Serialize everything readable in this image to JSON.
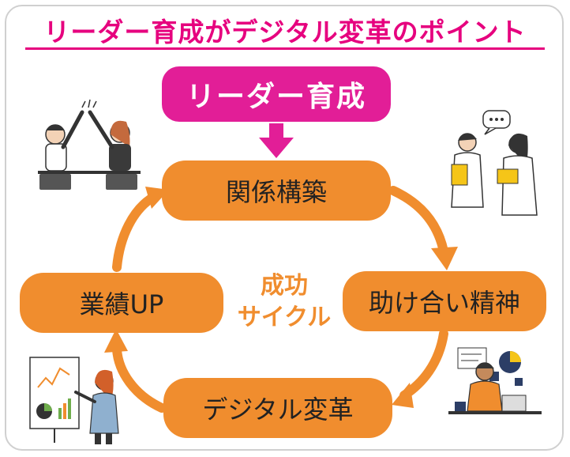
{
  "title": "リーダー育成がデジタル変革のポイント",
  "leader_box": "リーダー育成",
  "cycle": {
    "step1": "関係構築",
    "step2": "助け合い精神",
    "step3": "デジタル変革",
    "step4": "業績UP"
  },
  "center_label": {
    "line1": "成功",
    "line2": "サイクル"
  },
  "colors": {
    "title": "#e6007e",
    "leader_box": "#e21e97",
    "cycle_box": "#f08d2e",
    "arrow_top": "#e21e97",
    "arrow_cycle": "#f08d2e"
  },
  "icons": [
    "high-five-illustration-icon",
    "chatting-women-illustration-icon",
    "presentation-woman-illustration-icon",
    "analytics-worker-illustration-icon"
  ]
}
